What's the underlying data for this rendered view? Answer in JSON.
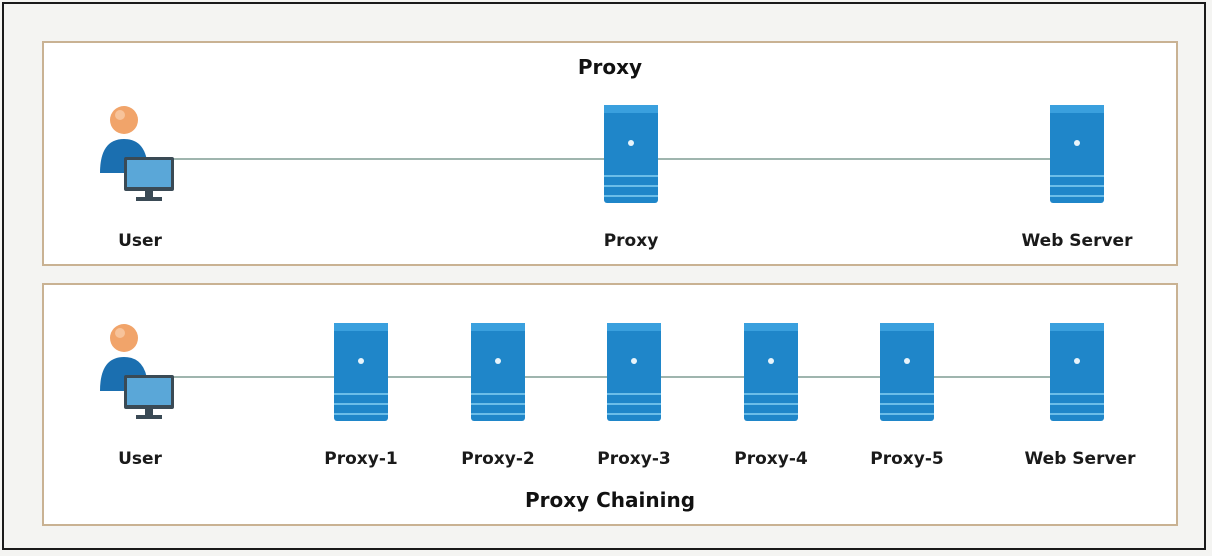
{
  "proxy_panel": {
    "title": "Proxy",
    "nodes": [
      {
        "label": "User",
        "icon": "user-computer-icon"
      },
      {
        "label": "Proxy",
        "icon": "server-icon"
      },
      {
        "label": "Web Server",
        "icon": "server-icon"
      }
    ]
  },
  "chain_panel": {
    "title": "Proxy Chaining",
    "nodes": [
      {
        "label": "User",
        "icon": "user-computer-icon"
      },
      {
        "label": "Proxy-1",
        "icon": "server-icon"
      },
      {
        "label": "Proxy-2",
        "icon": "server-icon"
      },
      {
        "label": "Proxy-3",
        "icon": "server-icon"
      },
      {
        "label": "Proxy-4",
        "icon": "server-icon"
      },
      {
        "label": "Proxy-5",
        "icon": "server-icon"
      },
      {
        "label": "Web Server",
        "icon": "server-icon"
      }
    ]
  },
  "colors": {
    "panel_border": "#c9b293",
    "server_blue": "#1f86c9",
    "user_skin": "#f1a46a",
    "user_shirt": "#1b6fb0",
    "connector": "#9fb5ae"
  }
}
